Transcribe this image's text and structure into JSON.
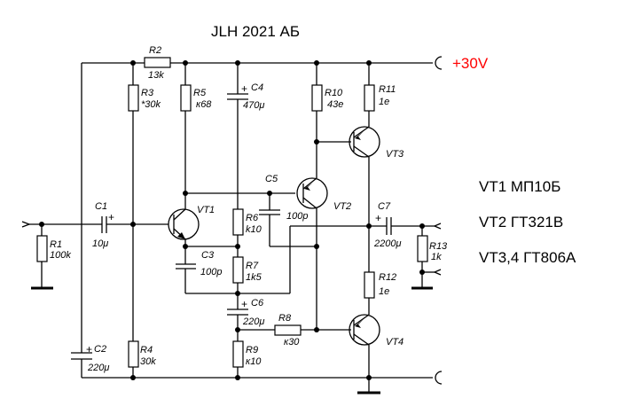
{
  "title": "JLH 2021 АБ",
  "supply": {
    "label": "+30V",
    "color": "#ff0000"
  },
  "resistors": {
    "R1": {
      "name": "R1",
      "value": "100k"
    },
    "R2": {
      "name": "R2",
      "value": "13k"
    },
    "R3": {
      "name": "R3",
      "value": "*30k"
    },
    "R4": {
      "name": "R4",
      "value": "30k"
    },
    "R5": {
      "name": "R5",
      "value": "к68"
    },
    "R6": {
      "name": "R6",
      "value": "k10"
    },
    "R7": {
      "name": "R7",
      "value": "1k5"
    },
    "R8": {
      "name": "R8",
      "value": "к30"
    },
    "R9": {
      "name": "R9",
      "value": "к10"
    },
    "R10": {
      "name": "R10",
      "value": "43e"
    },
    "R11": {
      "name": "R11",
      "value": "1e"
    },
    "R12": {
      "name": "R12",
      "value": "1e"
    },
    "R13": {
      "name": "R13",
      "value": "1k"
    }
  },
  "capacitors": {
    "C1": {
      "name": "C1",
      "value": "10μ"
    },
    "C2": {
      "name": "C2",
      "value": "220μ"
    },
    "C3": {
      "name": "C3",
      "value": "100p"
    },
    "C4": {
      "name": "C4",
      "value": "470μ"
    },
    "C5": {
      "name": "C5",
      "value": "100p"
    },
    "C6": {
      "name": "C6",
      "value": "220μ"
    },
    "C7": {
      "name": "C7",
      "value": "2200μ"
    }
  },
  "transistors": {
    "VT1": "VT1",
    "VT2": "VT2",
    "VT3": "VT3",
    "VT4": "VT4"
  },
  "plus_sign": "+",
  "parts_list": [
    "VT1 МП10Б",
    "VT2 ГТ321В",
    "VT3,4 ГТ806А"
  ]
}
